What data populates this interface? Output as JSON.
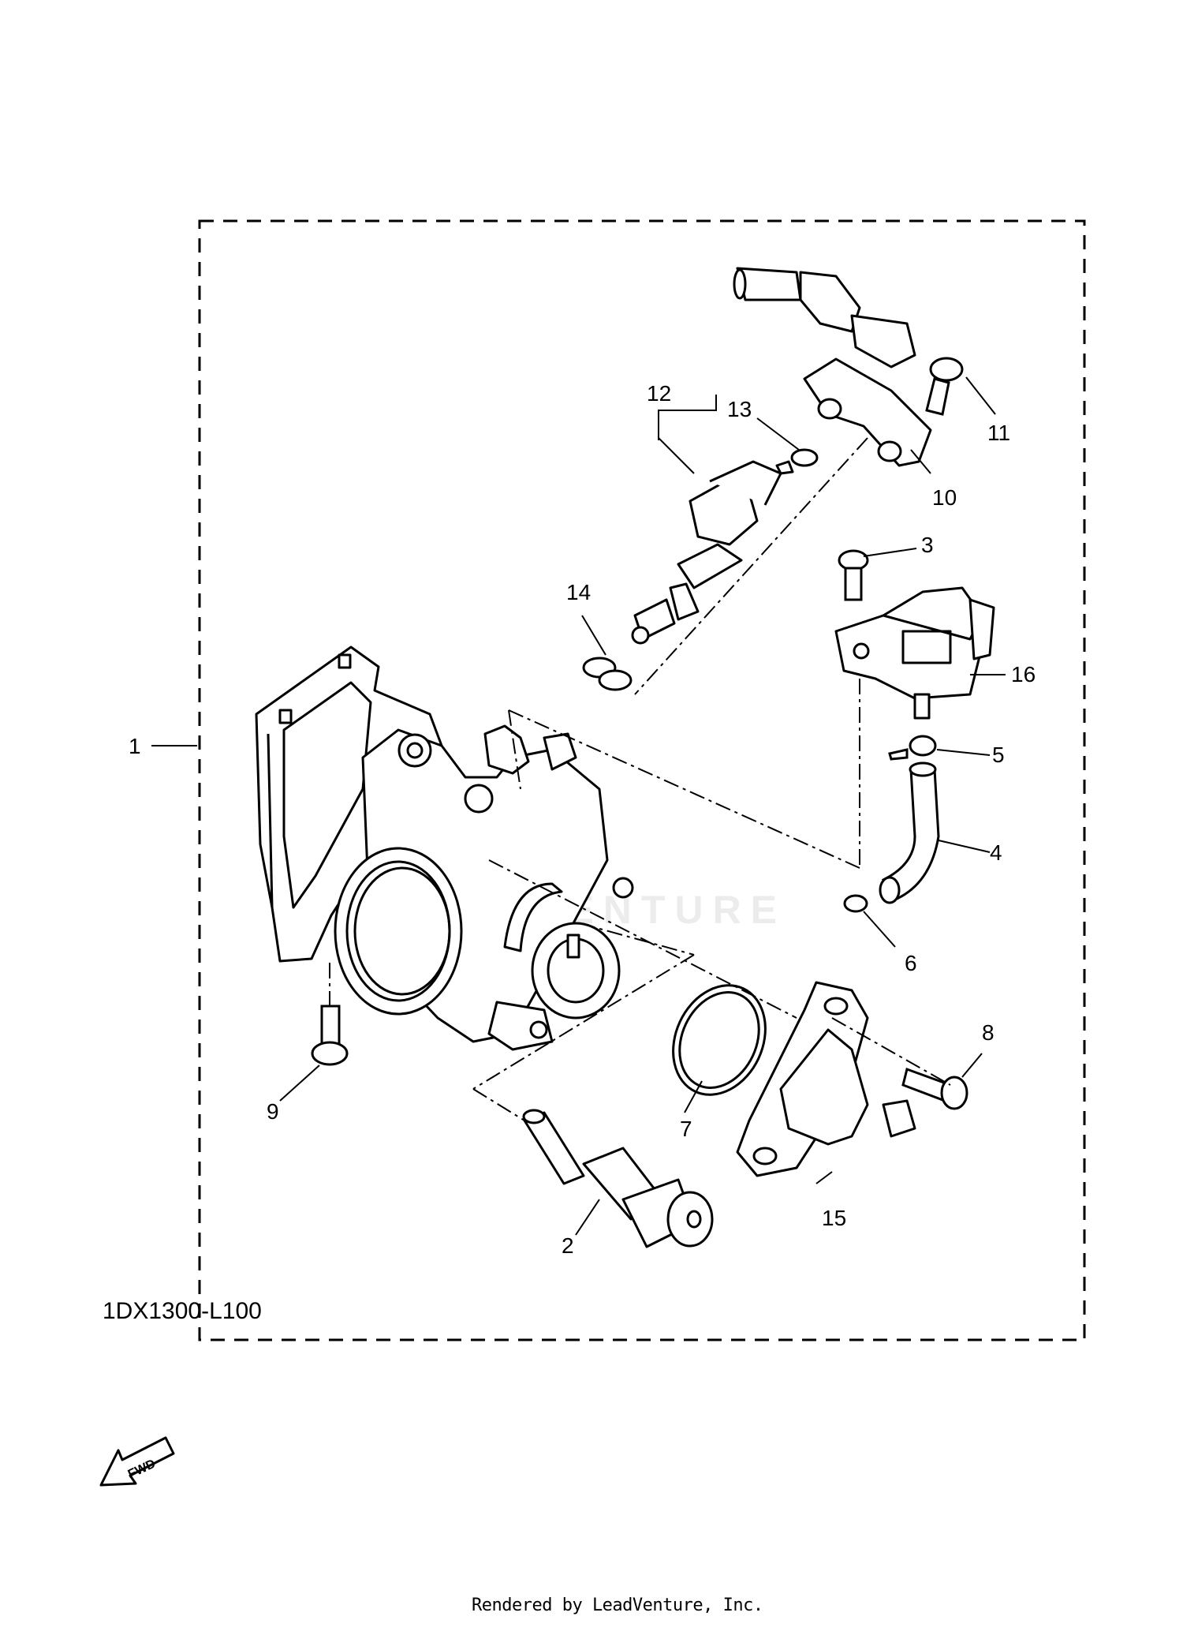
{
  "diagram": {
    "callouts": [
      "1",
      "2",
      "3",
      "4",
      "5",
      "6",
      "7",
      "8",
      "9",
      "10",
      "11",
      "12",
      "13",
      "14",
      "15",
      "16"
    ],
    "fwd_label": "FWD",
    "drawing_code": "1DX1300-L100",
    "watermark": "LEADVENTURE",
    "credit": "Rendered by LeadVenture, Inc."
  }
}
